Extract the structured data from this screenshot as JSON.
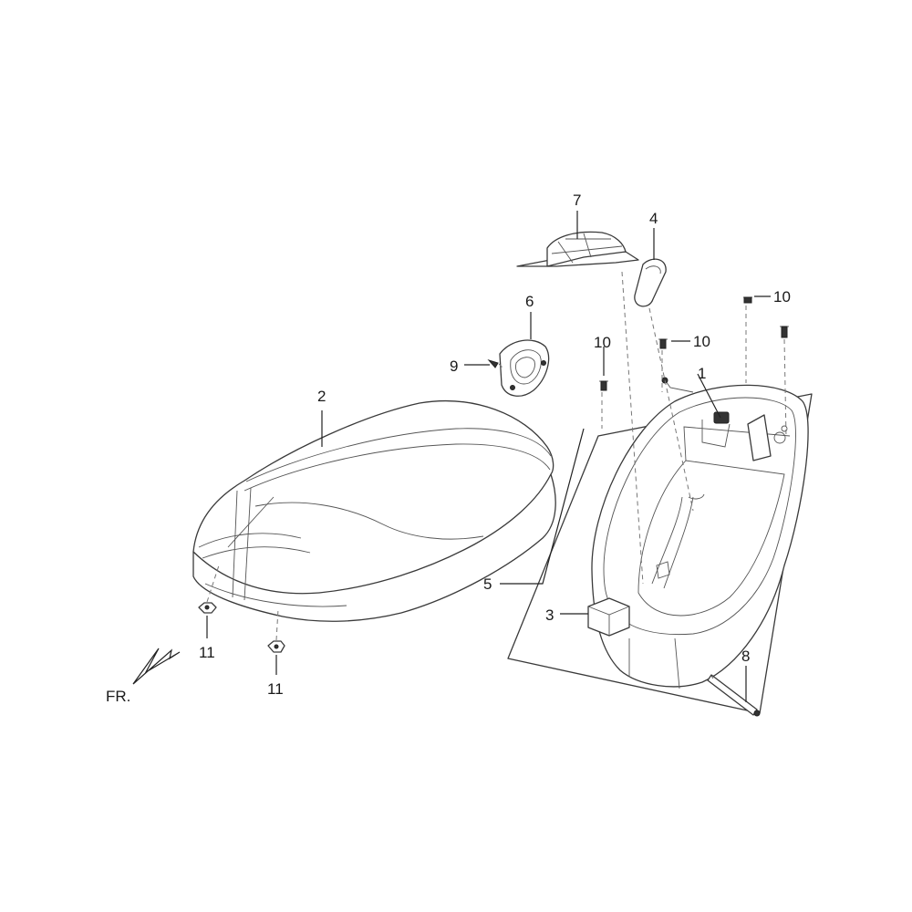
{
  "diagram": {
    "callouts": {
      "c1": "1",
      "c2": "2",
      "c3": "3",
      "c4": "4",
      "c5": "5",
      "c6": "6",
      "c7": "7",
      "c8": "8",
      "c9": "9",
      "c10a": "10",
      "c10b": "10",
      "c10c": "10",
      "c11a": "11",
      "c11b": "11"
    },
    "direction_label": "FR."
  }
}
